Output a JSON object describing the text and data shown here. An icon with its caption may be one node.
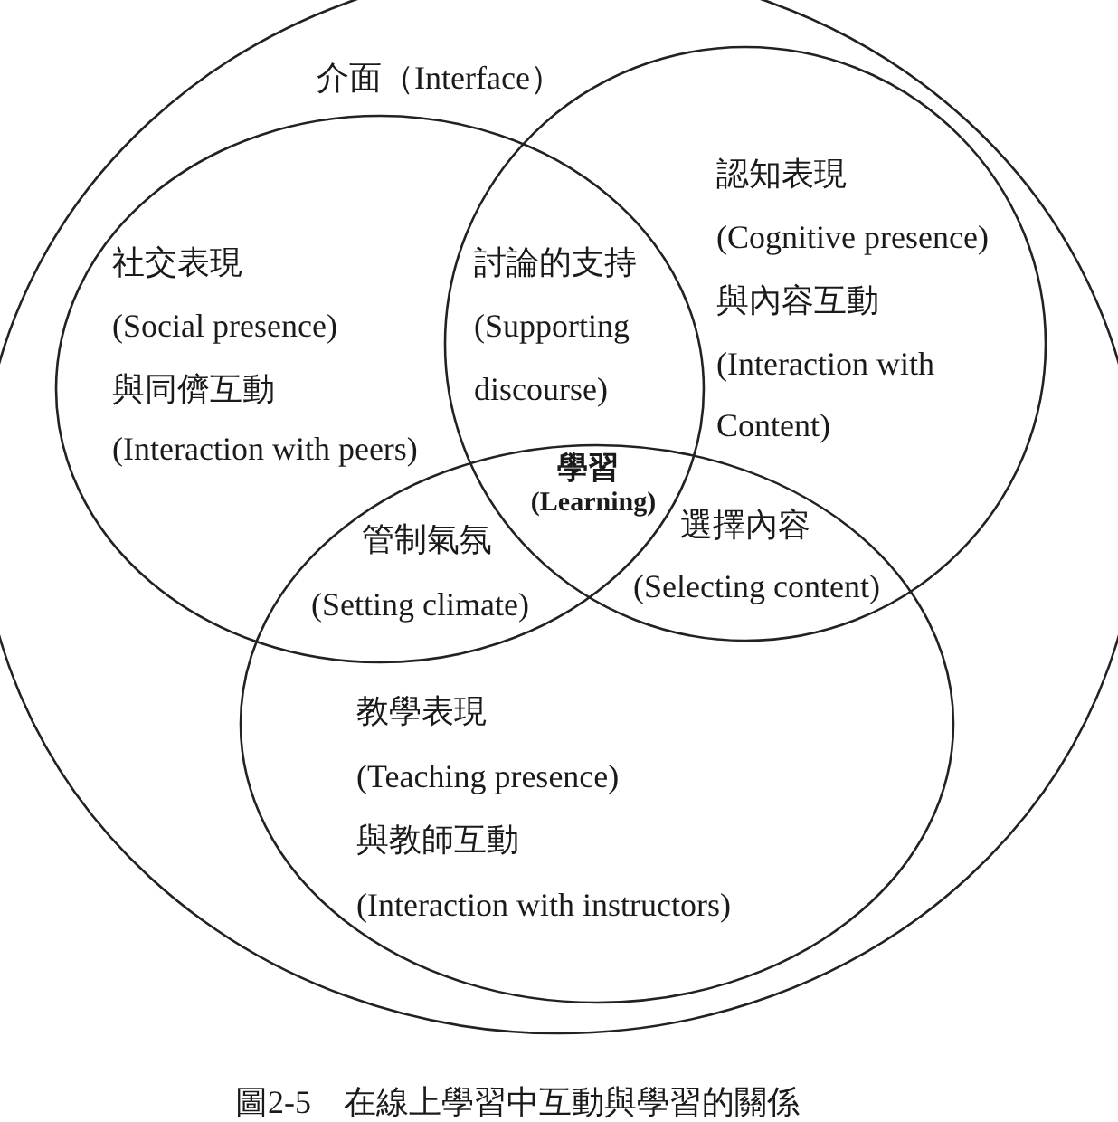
{
  "diagram": {
    "caption": "圖2-5　在線上學習中互動與學習的關係",
    "nodes": [
      {
        "text": [
          "介面（Interface）"
        ]
      },
      {
        "text": [
          "社交表現",
          "(Social presence)",
          "與同儕互動",
          "(Interaction with peers)"
        ],
        "in": 0
      },
      {
        "text": [
          "認知表現",
          "(Cognitive presence)",
          "與內容互動",
          "(Interaction with Content)"
        ],
        "in": 0
      },
      {
        "text": [
          "教學表現",
          "(Teaching presence)",
          "與教師互動",
          "(Interaction with instructors)"
        ],
        "in": 0
      }
    ],
    "labels": [
      "討論的支持",
      "(Supporting discourse)",
      "學習",
      "(Learning)",
      "管制氣氛",
      "(Setting climate)",
      "選擇內容",
      "(Selecting content)"
    ]
  }
}
